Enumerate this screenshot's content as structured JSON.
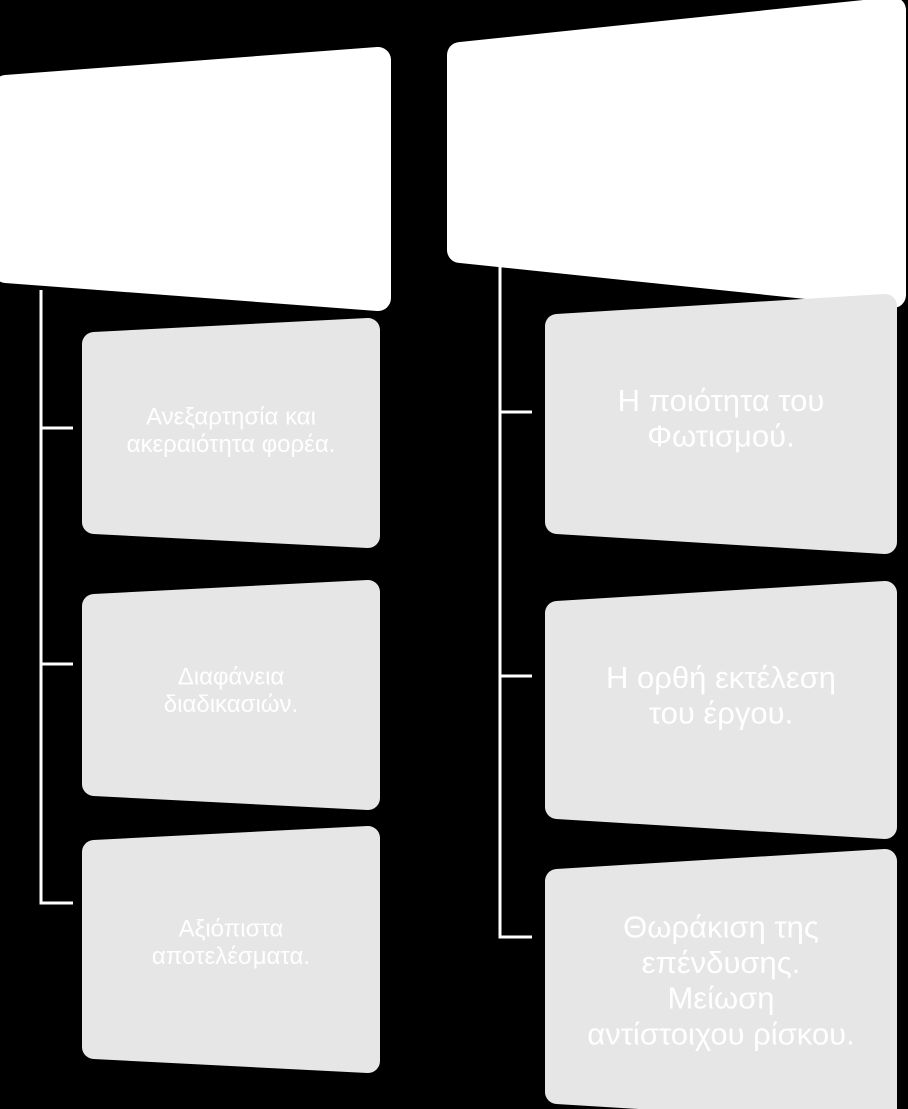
{
  "colors": {
    "background": "#000000",
    "header_box": "#ffffff",
    "child_box": "#e6e6e6",
    "child_text": "#ffffff",
    "connector": "#ffffff"
  },
  "columns": [
    {
      "header": "",
      "items": [
        {
          "lines": [
            "Ανεξαρτησία και",
            "ακεραιότητα φορέα."
          ]
        },
        {
          "lines": [
            "Διαφάνεια",
            "διαδικασιών."
          ]
        },
        {
          "lines": [
            "Αξιόπιστα",
            "αποτελέσματα."
          ]
        }
      ]
    },
    {
      "header": "",
      "items": [
        {
          "lines": [
            "Η ποιότητα του",
            "Φωτισμού."
          ]
        },
        {
          "lines": [
            "Η ορθή εκτέλεση",
            "του έργου."
          ]
        },
        {
          "lines": [
            "Θωράκιση της",
            "επένδυσης.",
            "Μείωση",
            "αντίστοιχου ρίσκου."
          ]
        }
      ]
    }
  ]
}
